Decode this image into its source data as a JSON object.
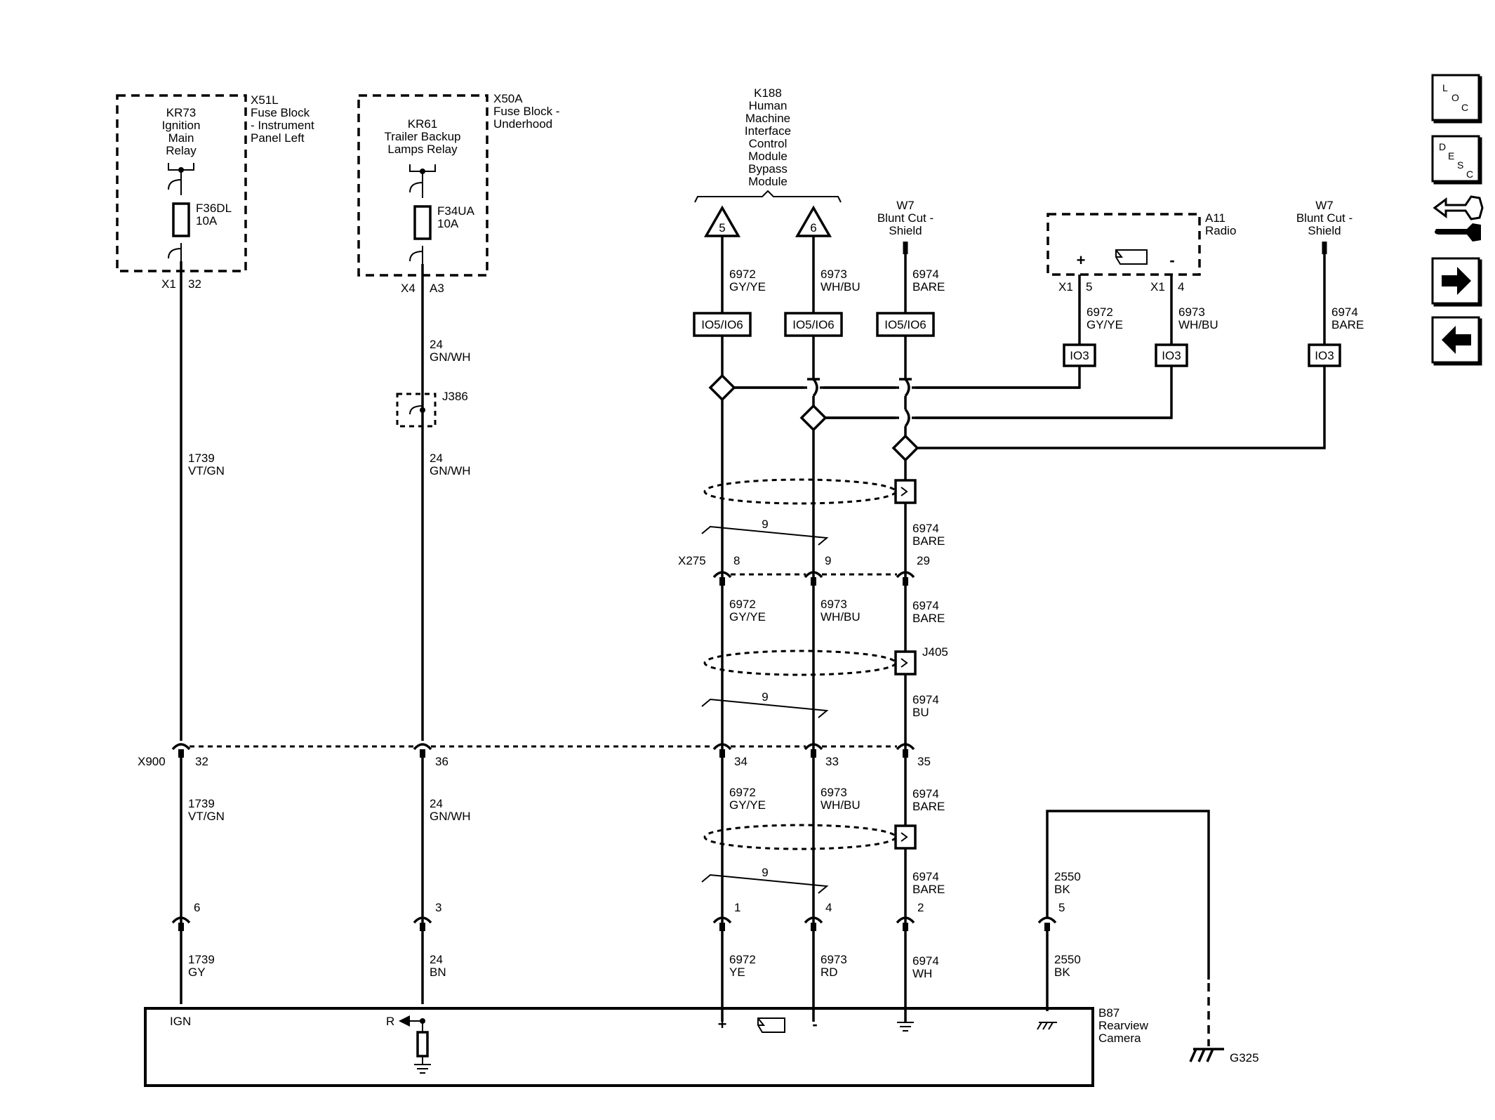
{
  "components": {
    "x51l": {
      "ref": "X51L",
      "desc": [
        "Fuse Block",
        "- Instrument",
        "Panel Left"
      ]
    },
    "kr73": {
      "lines": [
        "KR73",
        "Ignition",
        "Main",
        "Relay"
      ]
    },
    "f36dl": {
      "id": "F36DL",
      "rating": "10A"
    },
    "x50a": {
      "ref": "X50A",
      "desc": [
        "Fuse Block -",
        "Underhood"
      ]
    },
    "kr61": {
      "lines": [
        "KR61",
        "Trailer Backup",
        "Lamps Relay"
      ]
    },
    "f34ua": {
      "id": "F34UA",
      "rating": "10A"
    },
    "k188": {
      "lines": [
        "K188",
        "Human",
        "Machine",
        "Interface",
        "Control",
        "Module",
        "Bypass",
        "Module"
      ],
      "pins": [
        "5",
        "6"
      ]
    },
    "w7_left": {
      "lines": [
        "W7",
        "Blunt Cut -",
        "Shield"
      ]
    },
    "a11": {
      "ref": "A11",
      "name": "Radio",
      "plus": "+",
      "minus": "-"
    },
    "w7_right": {
      "lines": [
        "W7",
        "Blunt Cut -",
        "Shield"
      ]
    },
    "b87": {
      "ref": "B87",
      "desc": [
        "Rearview",
        "Camera"
      ],
      "ign": "IGN",
      "r": "R",
      "plus": "+",
      "minus": "-"
    },
    "g325": {
      "ref": "G325"
    },
    "j386": {
      "ref": "J386"
    },
    "j405": {
      "ref": "J405"
    }
  },
  "connectors": {
    "x1_32": {
      "c": "X1",
      "p": "32"
    },
    "x4_a3": {
      "c": "X4",
      "p": "A3"
    },
    "a11_x1_5": {
      "c": "X1",
      "p": "5"
    },
    "a11_x1_4": {
      "c": "X1",
      "p": "4"
    },
    "x275": {
      "name": "X275",
      "pins": [
        "8",
        "9",
        "29"
      ]
    },
    "x900": {
      "name": "X900",
      "pins": [
        "32",
        "36",
        "34",
        "33",
        "35"
      ]
    },
    "bottom_pins": [
      "6",
      "3",
      "1",
      "4",
      "2",
      "5"
    ]
  },
  "bus_labels": [
    "IO5/IO6",
    "IO5/IO6",
    "IO5/IO6",
    "IO3",
    "IO3",
    "IO3"
  ],
  "twist_label": "9",
  "wires": {
    "w1739_top": [
      "1739",
      "VT/GN"
    ],
    "w24_a": [
      "24",
      "GN/WH"
    ],
    "w24_b": [
      "24",
      "GN/WH"
    ],
    "w6972_k188": [
      "6972",
      "GY/YE"
    ],
    "w6973_k188": [
      "6973",
      "WH/BU"
    ],
    "w6974_w7": [
      "6974",
      "BARE"
    ],
    "w6972_a11": [
      "6972",
      "GY/YE"
    ],
    "w6973_a11": [
      "6973",
      "WH/BU"
    ],
    "w6974_w7r": [
      "6974",
      "BARE"
    ],
    "w6974_above_x275": [
      "6974",
      "BARE"
    ],
    "w6972_mid": [
      "6972",
      "GY/YE"
    ],
    "w6973_mid": [
      "6973",
      "WH/BU"
    ],
    "w6974_mid": [
      "6974",
      "BARE"
    ],
    "w6974_bu": [
      "6974",
      "BU"
    ],
    "w1739_mid": [
      "1739",
      "VT/GN"
    ],
    "w24_mid": [
      "24",
      "GN/WH"
    ],
    "w6972_low": [
      "6972",
      "GY/YE"
    ],
    "w6973_low": [
      "6973",
      "WH/BU"
    ],
    "w6974_low": [
      "6974",
      "BARE"
    ],
    "w6974_low2": [
      "6974",
      "BARE"
    ],
    "w2550_top": [
      "2550",
      "BK"
    ],
    "w1739_bot": [
      "1739",
      "GY"
    ],
    "w24_bot": [
      "24",
      "BN"
    ],
    "w6972_bot": [
      "6972",
      "YE"
    ],
    "w6973_bot": [
      "6973",
      "RD"
    ],
    "w6974_bot": [
      "6974",
      "WH"
    ],
    "w2550_bot": [
      "2550",
      "BK"
    ]
  },
  "nav": {
    "loc": [
      "L",
      "O",
      "C"
    ],
    "desc": [
      "D",
      "E",
      "S",
      "C"
    ]
  }
}
